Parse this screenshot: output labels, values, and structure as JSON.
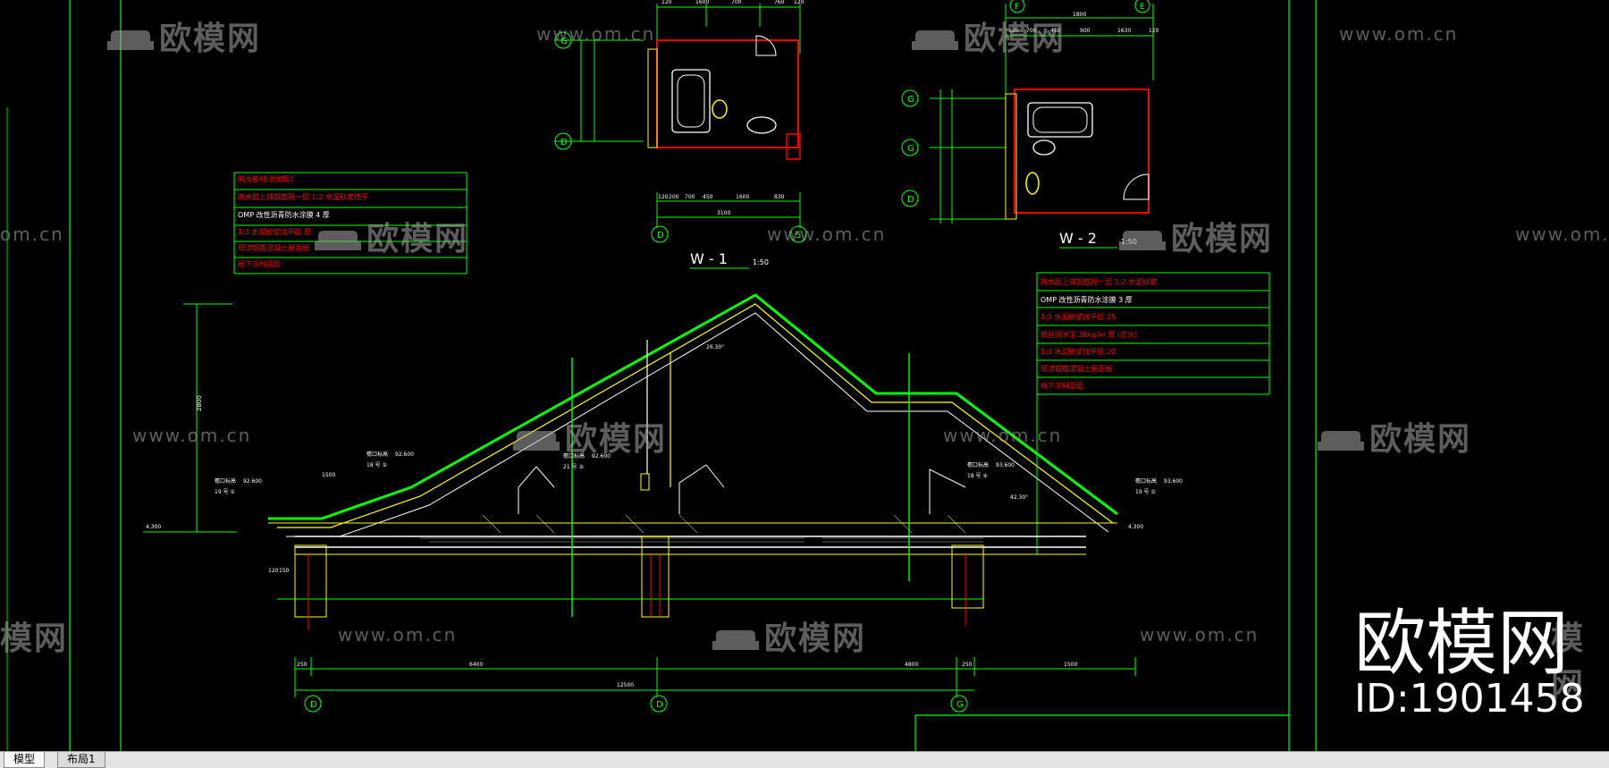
{
  "tabs": [
    {
      "label": "模型"
    },
    {
      "label": "布局1"
    }
  ],
  "watermark": {
    "domain": "www.om.cn",
    "domain_partial": "om.cn",
    "brand": "欧模网",
    "brand_partial": "模网",
    "big_brand": "欧模网",
    "big_id": "ID:1901458"
  },
  "drawing": {
    "title_w1": "W - 1",
    "scale_w1": "1:50",
    "title_w2": "W - 2",
    "scale_w2": "1:50",
    "plan_w1_dims_top": [
      "120",
      "1600",
      "700",
      "760",
      "120"
    ],
    "plan_w1_dims_bottom": [
      "120",
      "200",
      "700",
      "450",
      "1600",
      "830"
    ],
    "plan_w1_total": "3100",
    "plan_w2_dims_top": [
      "120",
      "700",
      "450",
      "900",
      "1630",
      "120"
    ],
    "plan_w2_total": "1800",
    "axis_labels": [
      "G",
      "D",
      "5",
      "F",
      "G",
      "D",
      "E"
    ],
    "left_note": [
      "防水卷材(附加层)",
      "防水层上铺钢筋网一层 1:2 水泥砂浆找平",
      "OMP 改性沥青防水涂膜 4 厚",
      "1:3 水泥砂浆找平层 厚",
      "现浇钢筋混凝土屋面板",
      "板下涂料面层"
    ],
    "right_note": [
      "防水层上铺钢筋网一层 1:2 水泥砂浆",
      "OMP 改性沥青防水涂膜 3 厚",
      "1:3 水泥砂浆找平层 25",
      "钢丝网水泥 20kg/m 厚 (防水)",
      "1:3 水泥砂浆找平层 20",
      "现浇钢筋混凝土屋面板",
      "板下涂料面层"
    ],
    "elev_labels": [
      "檐口标高",
      "92.600",
      "19 号 ①",
      "檐口标高",
      "92.600",
      "18 号 ②",
      "檐口标高",
      "92.600",
      "21 号 ③",
      "檐口标高",
      "93.600",
      "18 号 ④",
      "檐口标高",
      "93.600",
      "19 号 ⑤"
    ],
    "dims_bottom": [
      "250",
      "6400",
      "4800",
      "250",
      "1500"
    ],
    "dim_total": "12500",
    "misc": [
      "2800",
      "1500",
      "4.300",
      "4.300",
      "26.30°",
      "42.30°",
      "250",
      "250",
      "120",
      "150"
    ]
  },
  "colors": {
    "bg": "#000000",
    "green": "#00ff00",
    "red": "#ff0000",
    "yellow": "#ffff00",
    "white": "#ffffff",
    "cyan": "#00ffff",
    "grey": "#b0b0b0"
  }
}
